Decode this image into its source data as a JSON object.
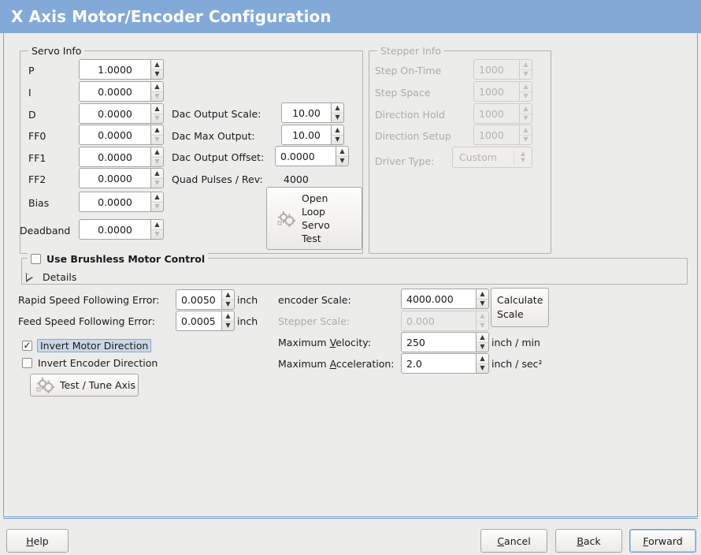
{
  "window": {
    "title": "X Axis Motor/Encoder Configuration"
  },
  "servo_info": {
    "legend": "Servo Info",
    "rows": [
      {
        "label": "P",
        "value": "1.0000"
      },
      {
        "label": "I",
        "value": "0.0000"
      },
      {
        "label": "D",
        "value": "0.0000"
      },
      {
        "label": "FF0",
        "value": "0.0000"
      },
      {
        "label": "FF1",
        "value": "0.0000"
      },
      {
        "label": "FF2",
        "value": "0.0000"
      },
      {
        "label": "Bias",
        "value": "0.0000"
      },
      {
        "label": "Deadband",
        "value": "0.0000"
      }
    ],
    "dac_output_scale_label": "Dac Output Scale:",
    "dac_output_scale_value": "10.00",
    "dac_max_output_label": "Dac Max Output:",
    "dac_max_output_value": "10.00",
    "dac_output_offset_label": "Dac Output Offset:",
    "dac_output_offset_value": "0.0000",
    "quad_pulses_label": "Quad Pulses / Rev:",
    "quad_pulses_value": "4000",
    "open_loop_button": [
      "Open",
      "Loop",
      "Servo",
      "Test"
    ]
  },
  "stepper_info": {
    "legend": "Stepper Info",
    "enabled": false,
    "rows": [
      {
        "label": "Step On-Time",
        "value": "1000"
      },
      {
        "label": "Step Space",
        "value": "1000"
      },
      {
        "label": "Direction Hold",
        "value": "1000"
      },
      {
        "label": "Direction Setup",
        "value": "1000"
      }
    ],
    "driver_type_label": "Driver Type:",
    "driver_type_value": "Custom"
  },
  "brushless": {
    "checkbox_label": "Use Brushless Motor Control",
    "checked": false,
    "details_label": "Details",
    "details_expanded": false
  },
  "tuning": {
    "rapid_label": "Rapid Speed Following Error:",
    "rapid_value": "0.0050",
    "rapid_unit": "inch",
    "feed_label": "Feed Speed Following Error:",
    "feed_value": "0.0005",
    "feed_unit": "inch",
    "invert_motor_label": "Invert Motor Direction",
    "invert_motor_checked": true,
    "invert_encoder_label": "Invert Encoder Direction",
    "invert_encoder_checked": false,
    "test_tune_label": "Test / Tune Axis"
  },
  "scales": {
    "encoder_scale_label": "encoder Scale:",
    "encoder_scale_value": "4000.000",
    "stepper_scale_label": "Stepper Scale:",
    "stepper_scale_value": "0.000",
    "stepper_scale_enabled": false,
    "calculate_scale_button": [
      "Calculate",
      "Scale"
    ],
    "max_velocity_label_pre": "Maximum ",
    "max_velocity_label_mn": "V",
    "max_velocity_label_post": "elocity:",
    "max_velocity_value": "250",
    "max_velocity_unit": "inch / min",
    "max_accel_label_pre": "Maximum ",
    "max_accel_label_mn": "A",
    "max_accel_label_post": "cceleration:",
    "max_accel_value": "2.0",
    "max_accel_unit": "inch / sec²"
  },
  "footer": {
    "help_pre": "",
    "help_mn": "H",
    "help_post": "elp",
    "cancel_pre": "",
    "cancel_mn": "C",
    "cancel_post": "ancel",
    "back_pre": "",
    "back_mn": "B",
    "back_post": "ack",
    "forward_pre": "",
    "forward_mn": "F",
    "forward_post": "orward"
  },
  "icons": {
    "gears": "gears-icon",
    "spin_up": "▲",
    "spin_down": "▼",
    "check_tick": "✓",
    "combo_up": "▲",
    "combo_down": "▼"
  },
  "colors": {
    "titlebar": "#83a9d8",
    "panel_border": "#7ba2cf",
    "background": "#ececeb",
    "focus_highlight": "#c9d7e8"
  }
}
